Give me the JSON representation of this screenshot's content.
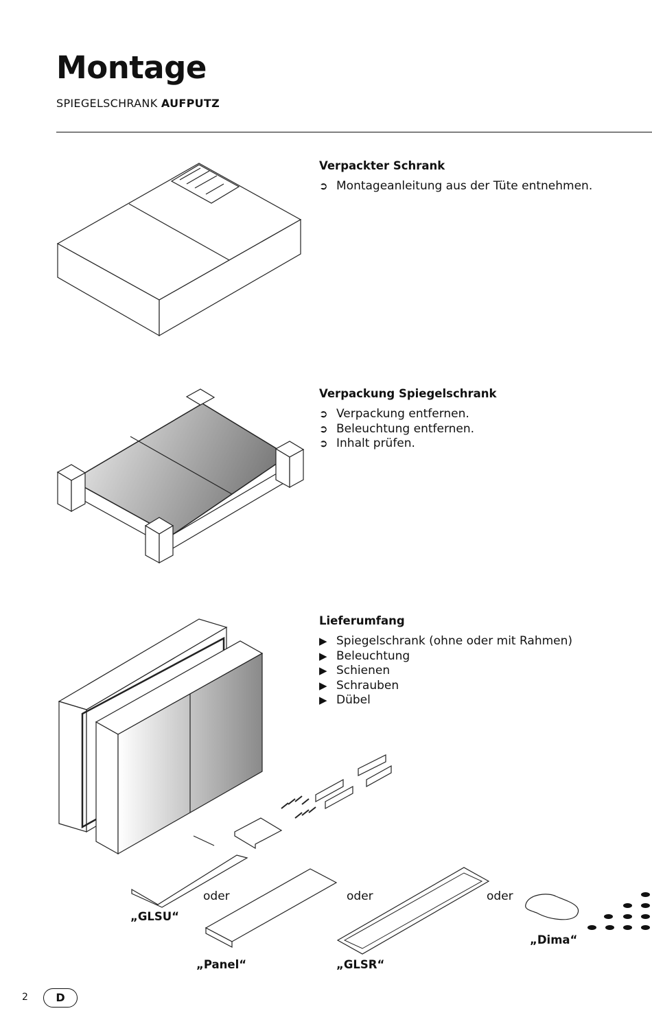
{
  "header": {
    "title": "Montage",
    "subtitle_prefix": "SPIEGELSCHRANK",
    "subtitle_bold": "AUFPUTZ"
  },
  "sections": [
    {
      "heading": "Verpackter Schrank",
      "bullet_glyph": "➲",
      "items": [
        "Montageanleitung aus der Tüte entnehmen."
      ]
    },
    {
      "heading": "Verpackung Spiegelschrank",
      "bullet_glyph": "➲",
      "items": [
        "Verpackung entfernen.",
        "Beleuchtung entfernen.",
        "Inhalt prüfen."
      ]
    },
    {
      "heading": "Lieferumfang",
      "bullet_glyph": "▶",
      "items": [
        "Spiegelschrank (ohne oder mit Rahmen)",
        "Beleuchtung",
        "Schienen",
        "Schrauben",
        "Dübel"
      ]
    }
  ],
  "lighting_options": {
    "separator": "oder",
    "glsu": "„GLSU“",
    "panel": "„Panel“",
    "glsr": "„GLSR“",
    "dima": "„Dima“"
  },
  "footer": {
    "page_number": "2",
    "language": "D"
  }
}
